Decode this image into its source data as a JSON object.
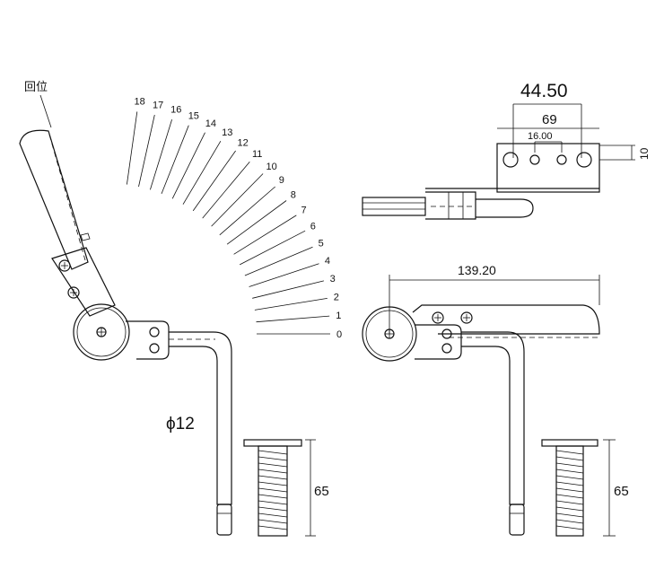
{
  "labels": {
    "return_label": "回位",
    "position_numbers": [
      "0",
      "1",
      "2",
      "3",
      "4",
      "5",
      "6",
      "7",
      "8",
      "9",
      "10",
      "11",
      "12",
      "13",
      "14",
      "15",
      "16",
      "17",
      "18"
    ],
    "diameter_label": "ϕ12",
    "dim_65_left": "65",
    "dim_65_right": "65",
    "dim_44_50": "44.50",
    "dim_69": "69",
    "dim_16_00": "16.00",
    "dim_10": "10",
    "dim_139_20": "139.20"
  }
}
